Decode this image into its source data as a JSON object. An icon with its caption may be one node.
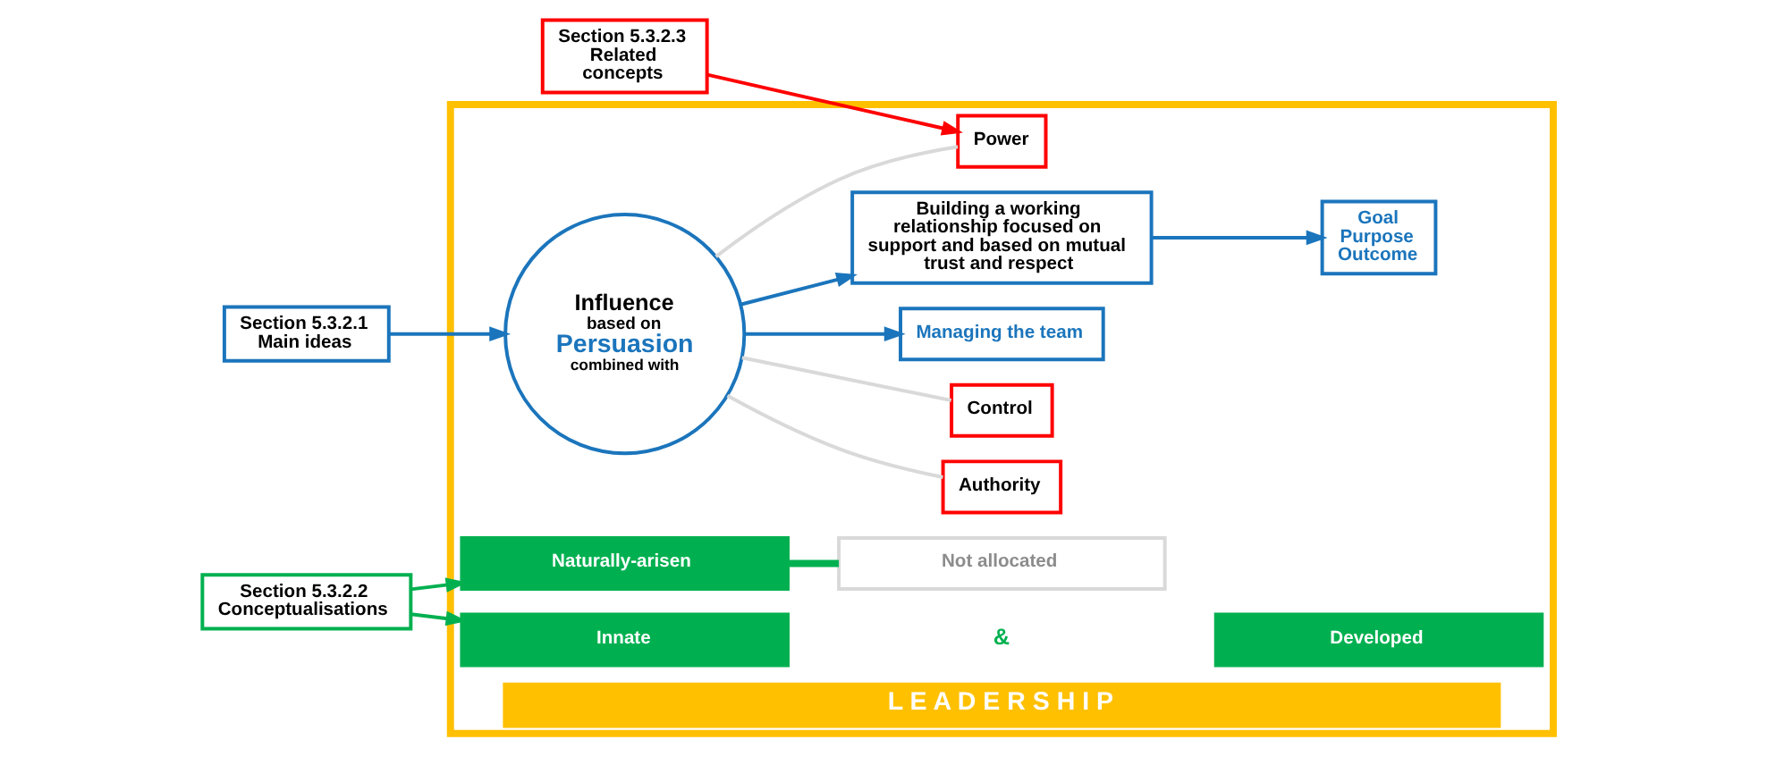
{
  "diagram": {
    "nodes": [
      {
        "text": [
          "L E A D E R S H I P"
        ]
      },
      {
        "text": [
          "Section 5.3.2.1 Main ideas"
        ]
      },
      {
        "text": [
          "Influence",
          "based on",
          "Persuasion",
          "combined with"
        ],
        "in": 0
      },
      {
        "text": [
          "Building a working relationship focused on support and based on mutual trust and respect"
        ],
        "in": 0
      },
      {
        "text": [
          "Goal",
          "Purpose",
          "Outcome"
        ],
        "in": 0
      },
      {
        "text": [
          "Managing the team"
        ],
        "in": 0
      },
      {
        "text": [
          "Section 5.3.2.3 Related concepts"
        ]
      },
      {
        "text": [
          "Power"
        ],
        "in": 0
      },
      {
        "text": [
          "Authority"
        ],
        "in": 0
      },
      {
        "text": [
          "Control"
        ],
        "in": 0
      },
      {
        "text": [
          "Section 5.3.2.2 Conceptualisations"
        ]
      },
      {
        "text": [
          "Innate"
        ],
        "in": 0
      },
      {
        "text": [
          "Developed"
        ],
        "in": 0
      },
      {
        "text": [
          "Naturally-arisen"
        ],
        "in": 0
      },
      {
        "text": [
          "Not allocated"
        ],
        "in": 0
      }
    ],
    "edges": [
      {
        "from": 1,
        "to": 2,
        "arrow": "to"
      },
      {
        "from": 2,
        "to": 3,
        "arrow": "to"
      },
      {
        "from": 2,
        "to": 5,
        "arrow": "to"
      },
      {
        "from": 3,
        "to": 4,
        "arrow": "to"
      },
      {
        "from": 2,
        "to": 7,
        "arrow": "none",
        "color": "#d9d9d9"
      },
      {
        "from": 2,
        "to": 8,
        "arrow": "none",
        "color": "#d9d9d9"
      },
      {
        "from": 2,
        "to": 9,
        "arrow": "none",
        "color": "#d9d9d9"
      },
      {
        "from": 6,
        "to": 7,
        "arrow": "to",
        "color": "#ff0000"
      },
      {
        "from": 10,
        "to": 11,
        "arrow": "to",
        "color": "#00b050"
      },
      {
        "from": 10,
        "to": 13,
        "arrow": "to",
        "color": "#00b050"
      },
      {
        "from": 13,
        "to": 14,
        "arrow": "none",
        "color": "#00b050",
        "style": "thick"
      }
    ],
    "labels": [
      "&"
    ]
  }
}
